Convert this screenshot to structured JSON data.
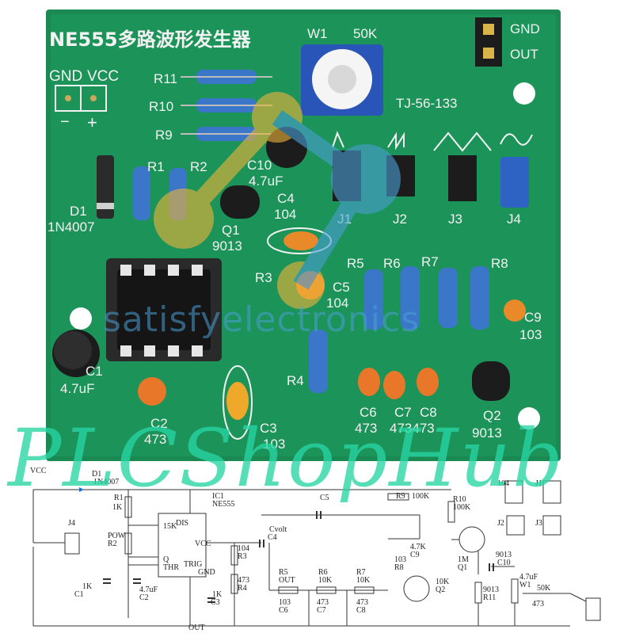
{
  "board": {
    "title": "NE555多路波形发生器",
    "model": "TJ-56-133",
    "pot_label": "W1",
    "pot_value": "50K",
    "power_labels": [
      "GND",
      "VCC"
    ],
    "power_signs": [
      "−",
      "+"
    ],
    "out_labels": [
      "GND",
      "OUT"
    ],
    "labels": [
      "R11",
      "R10",
      "R9",
      "R1",
      "R2",
      "C10",
      "4.7uF",
      "D1",
      "1N4007",
      "C4",
      "104",
      "Q1",
      "9013",
      "J1",
      "J2",
      "J3",
      "J4",
      "R3",
      "C5",
      "104",
      "R5",
      "R6",
      "R7",
      "R8",
      "C9",
      "103",
      "R4",
      "C1",
      "4.7uF",
      "C2",
      "473",
      "C3",
      "103",
      "C6",
      "C7",
      "C8",
      "473",
      "473473",
      "Q2",
      "9013"
    ]
  },
  "watermarks": {
    "brand": "PLCShopHub",
    "site": "satisfyelectronics"
  },
  "schematic": {
    "labels": [
      "VCC",
      "D1",
      "1N4007",
      "R1",
      "1K",
      "IC1",
      "NE555",
      "R9",
      "100K",
      "R10",
      "100K",
      "C5",
      "104",
      "J1",
      "J2",
      "J3",
      "J4",
      "POW",
      "R2",
      "15K",
      "DIS",
      "VCC",
      "Q",
      "THR",
      "TRIG",
      "GND",
      "Cvolt",
      "C4",
      "104",
      "R3",
      "4.7K",
      "C9",
      "103",
      "R8",
      "1M",
      "Q1",
      "9013",
      "C10",
      "4.7uF",
      "W1",
      "50K",
      "OUT",
      "R5",
      "10K",
      "R6",
      "10K",
      "R7",
      "10K",
      "Q2",
      "9013",
      "R11",
      "1K",
      "C1",
      "4.7uF",
      "C2",
      "473",
      "R4",
      "1K",
      "C3",
      "103",
      "C6",
      "473",
      "C7",
      "473",
      "C8",
      "473",
      "OUT"
    ]
  }
}
